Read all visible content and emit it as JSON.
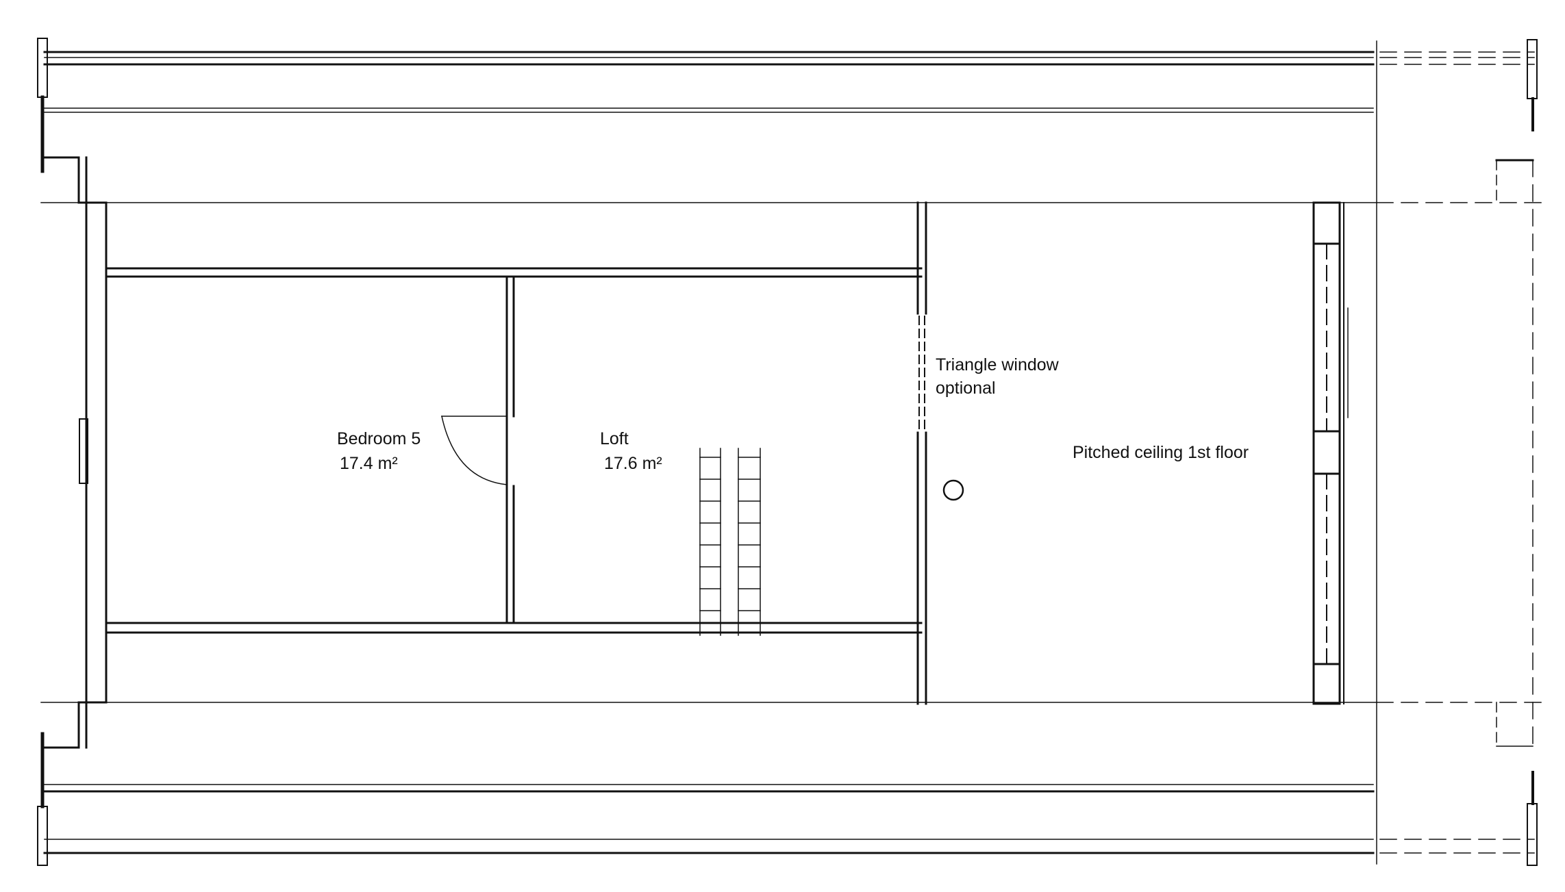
{
  "rooms": [
    {
      "name": "Bedroom 5",
      "area": "17.4 m²"
    },
    {
      "name": "Loft",
      "area": "17.6 m²"
    }
  ],
  "notes": {
    "triangle_window_line1": "Triangle window",
    "triangle_window_line2": "optional",
    "pitched_ceiling": "Pitched ceiling 1st floor"
  },
  "colors": {
    "line": "#111111",
    "background": "#ffffff"
  }
}
